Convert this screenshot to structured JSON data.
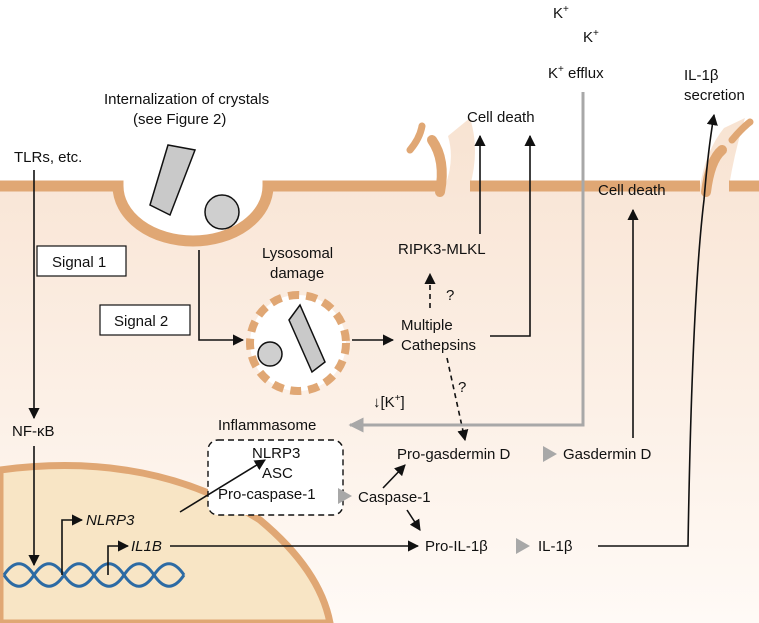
{
  "labels": {
    "k1": "K",
    "k2": "K",
    "k_plus": "+",
    "k_efflux": "K",
    "efflux_rest": " efflux",
    "il1b_secretion_1": "IL-1β",
    "il1b_secretion_2": "secretion",
    "internalization_1": "Internalization of crystals",
    "internalization_2": "(see Figure 2)",
    "cell_death_top": "Cell death",
    "cell_death_right": "Cell death",
    "tlrs": "TLRs, etc.",
    "signal1": "Signal 1",
    "signal2": "Signal 2",
    "lysosomal_1": "Lysosomal",
    "lysosomal_2": "damage",
    "ripk3": "RIPK3-MLKL",
    "question1": "?",
    "question2": "?",
    "cathepsins_1": "Multiple",
    "cathepsins_2": "Cathepsins",
    "k_decrease": "↓[K",
    "k_decrease_end": "]",
    "inflammasome": "Inflammasome",
    "nfkb": "NF-κB",
    "nlrp3_complex": "NLRP3",
    "asc": "ASC",
    "procaspase": "Pro-caspase-1",
    "caspase": "Caspase-1",
    "pro_gasdermin": "Pro-gasdermin D",
    "gasdermin": "Gasdermin D",
    "nlrp3_gene": "NLRP3",
    "il1b_gene": "IL1B",
    "pro_il1b": "Pro-IL-1β",
    "il1b": "IL-1β"
  },
  "colors": {
    "membrane": "#e0a774",
    "cytoplasm_top": "#fbeee3",
    "nucleus": "#f8e5c5",
    "dna": "#2d6ba4",
    "arrow": "#111111",
    "efflux_arrow": "#a8a8a8",
    "crystal": "#c9c9c9"
  }
}
